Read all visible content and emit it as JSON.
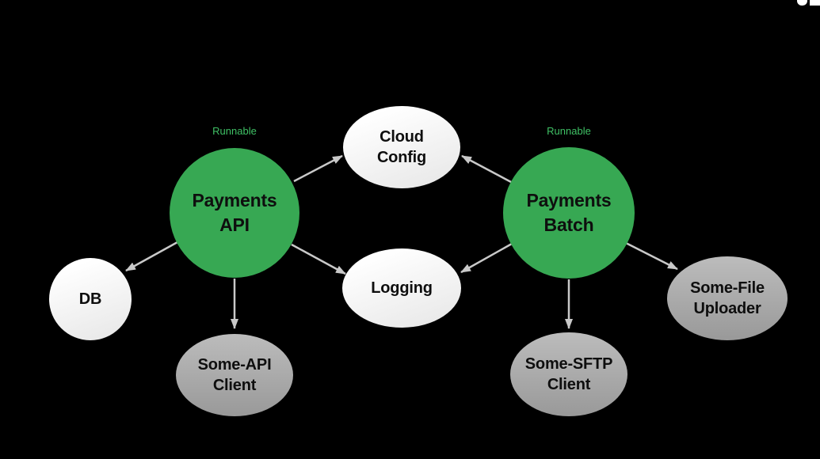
{
  "diagram": {
    "badge_label": "Runnable",
    "nodes": {
      "payments_api": {
        "lines": [
          "Payments",
          "API"
        ],
        "kind": "runnable-service"
      },
      "payments_batch": {
        "lines": [
          "Payments",
          "Batch"
        ],
        "kind": "runnable-service"
      },
      "cloud_config": {
        "lines": [
          "Cloud",
          "Config"
        ],
        "kind": "shared-component"
      },
      "logging": {
        "lines": [
          "Logging"
        ],
        "kind": "shared-component"
      },
      "db": {
        "lines": [
          "DB"
        ],
        "kind": "dependency"
      },
      "some_api_client": {
        "lines": [
          "Some-API",
          "Client"
        ],
        "kind": "dependency"
      },
      "some_sftp_client": {
        "lines": [
          "Some-SFTP",
          "Client"
        ],
        "kind": "dependency"
      },
      "some_file_uploader": {
        "lines": [
          "Some-File",
          "Uploader"
        ],
        "kind": "dependency"
      }
    },
    "edges": [
      {
        "from": "payments_api",
        "to": "cloud_config"
      },
      {
        "from": "payments_batch",
        "to": "cloud_config"
      },
      {
        "from": "payments_api",
        "to": "logging"
      },
      {
        "from": "payments_batch",
        "to": "logging"
      },
      {
        "from": "payments_api",
        "to": "db"
      },
      {
        "from": "payments_api",
        "to": "some_api_client"
      },
      {
        "from": "payments_batch",
        "to": "some_sftp_client"
      },
      {
        "from": "payments_batch",
        "to": "some_file_uploader"
      }
    ],
    "colors": {
      "background": "#000000",
      "runnable_node_fill": "#37a853",
      "badge_text": "#3fc065",
      "light_node_top": "#ffffff",
      "light_node_bottom": "#e6e6e6",
      "gray_node_top": "#bcbcbc",
      "gray_node_bottom": "#999999",
      "edge_stroke": "#c9c9c9",
      "node_text": "#0e0e0e"
    }
  }
}
